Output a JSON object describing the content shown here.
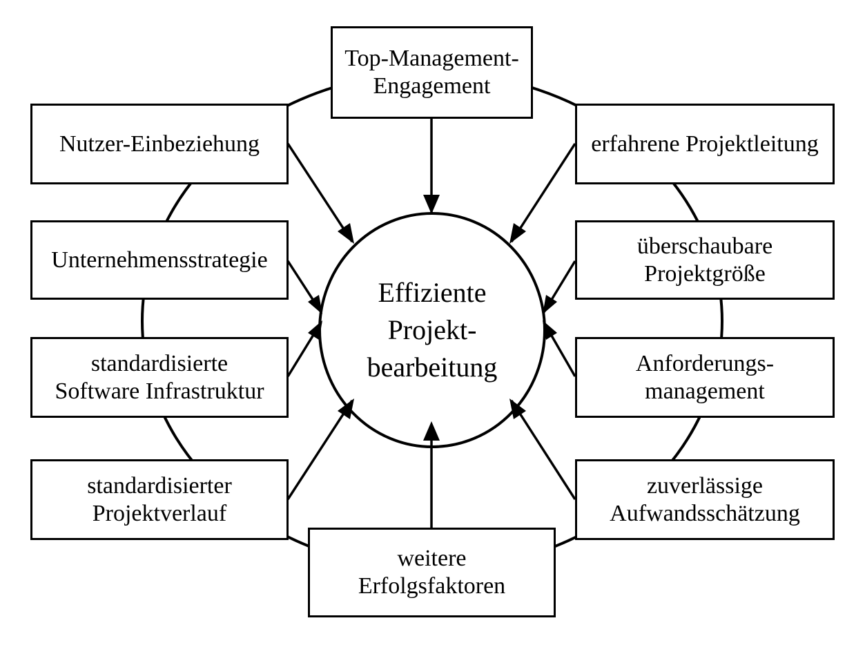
{
  "center": {
    "lines": [
      "Effiziente",
      "Projekt-",
      "bearbeitung"
    ]
  },
  "factors": {
    "top_management": [
      "Top-Management-",
      "Engagement"
    ],
    "nutzer": [
      "Nutzer-Einbeziehung"
    ],
    "projektleitung": [
      "erfahrene Projektleitung"
    ],
    "strategie": [
      "Unternehmensstrategie"
    ],
    "projektgroesse": [
      "überschaubare",
      "Projektgröße"
    ],
    "infrastruktur": [
      "standardisierte",
      "Software Infrastruktur"
    ],
    "anforderungen": [
      "Anforderungs-",
      "management"
    ],
    "projektverlauf": [
      "standardisierter",
      "Projektverlauf"
    ],
    "aufwand": [
      "zuverlässige",
      "Aufwandsschätzung"
    ],
    "weitere": [
      "weitere",
      "Erfolgsfaktoren"
    ]
  }
}
